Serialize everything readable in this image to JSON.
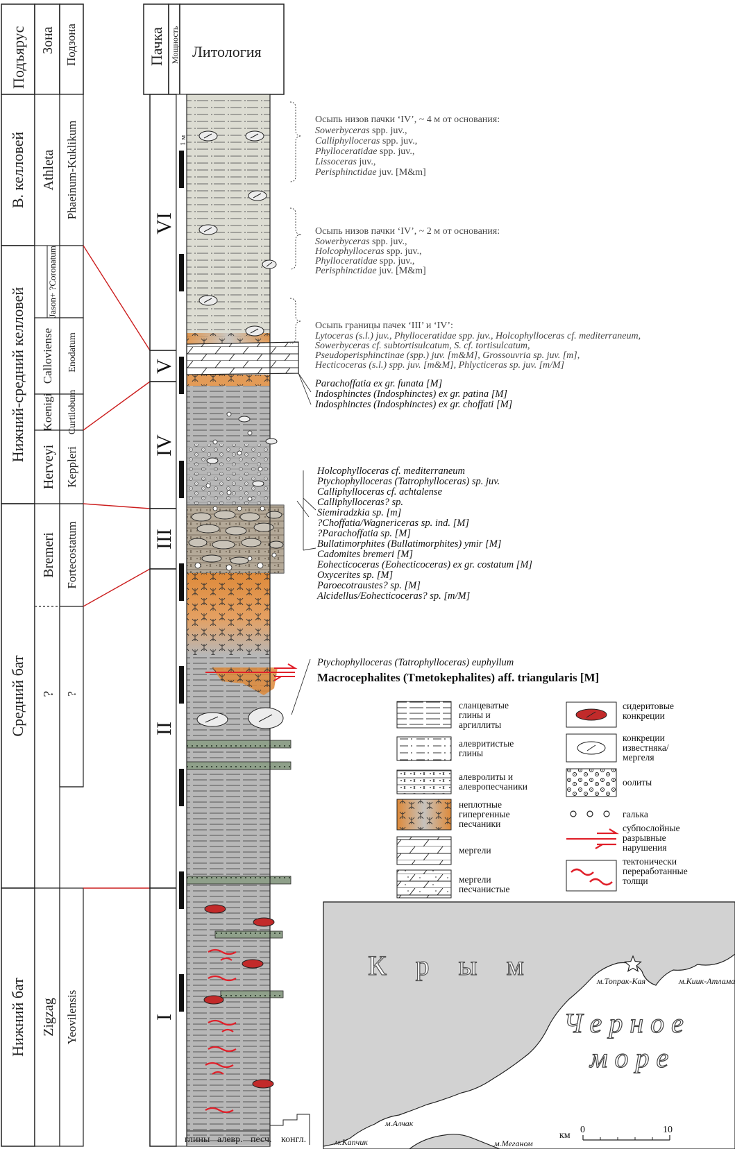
{
  "header": {
    "substage": "Подъярус",
    "zone": "Зона",
    "subzone": "Подзона",
    "unit": "Пачка",
    "thickness": "Мощность",
    "lithology": "Литология"
  },
  "substages": [
    "В. келловей",
    "Нижний-средний келловей",
    "Средний бат",
    "Нижний бат"
  ],
  "zones": [
    "Athleta",
    "Calloviense",
    "Koenigi",
    "Herveyi",
    "Bremeri",
    "?",
    "Zigzag"
  ],
  "zones_extra": "Jason+ ?Coronatum",
  "subzones": [
    "Phaeinum-Kuklikum",
    "Enodatum",
    "Curtilobum",
    "Keppleri",
    "Fortecostatum",
    "?",
    "Yeovilensis"
  ],
  "units": [
    "VI",
    "V",
    "IV",
    "III",
    "II",
    "I"
  ],
  "scale_label": "1 м",
  "grain_axis": [
    "глины",
    "алевр.",
    "песч.",
    "конгл."
  ],
  "annotations": {
    "a1": {
      "title": "Осыпь низов пачки ‘IV’, ~ 4 м от основания:",
      "lines": [
        [
          "Sowerbyceras",
          " spp. juv.,"
        ],
        [
          "Calliphylloceras",
          " spp. juv.,"
        ],
        [
          "Phylloceratidae",
          " spp. juv.,"
        ],
        [
          "Lissoceras",
          " juv.,"
        ],
        [
          "Perisphinctidae",
          " juv. [M&m]"
        ]
      ]
    },
    "a2": {
      "title": "Осыпь низов пачки ‘IV’, ~ 2 м от основания:",
      "lines": [
        [
          "Sowerbyceras",
          " spp. juv.,"
        ],
        [
          "Holcophylloceras",
          " spp. juv.,"
        ],
        [
          "Phylloceratidae",
          " spp. juv.,"
        ],
        [
          "Perisphinctidae",
          " juv. [M&m]"
        ]
      ]
    },
    "a3": {
      "title": "Осыпь границы пачек ‘III’ и ‘IV’:",
      "lines": [
        "Lytoceras (s.l.) juv., Phylloceratidae spp. juv., Holcophylloceras cf. mediterraneum,",
        "Sowerbyceras cf. subtortisulcatum, S. cf. tortisulcatum,",
        "Pseudoperisphinctinae (spp.) juv. [m&M], Grossouvria sp. juv. [m],",
        "Hecticoceras (s.l.) spp. juv. [m&M], Phlycticeras sp. juv. [m/M]"
      ]
    },
    "a4": [
      "Parachoffatia ex gr. funata [M]",
      "Indosphinctes (Indosphinctes) ex gr. patina [M]",
      "Indosphinctes (Indosphinctes) ex gr. choffati [M]"
    ],
    "a5": [
      "Holcophylloceras cf. mediterraneum",
      "Ptychophylloceras (Tatrophylloceras) sp. juv.",
      "Calliphylloceras cf. achtalense",
      "Calliphylloceras? sp.",
      "Siemiradzkia sp. [m]",
      "?Choffatia/Wagnericeras sp. ind. [M]",
      "?Parachoffatia sp. [M]",
      "Bullatimorphites (Bullatimorphites) ymir [M]",
      "Cadomites bremeri [M]",
      "Eohecticoceras (Eohecticoceras) ex gr. costatum [M]",
      "Oxycerites sp. [M]",
      "Paroecotraustes? sp. [M]",
      "Alcidellus/Eohecticoceras? sp. [m/M]"
    ],
    "a6": [
      "Ptychophylloceras (Tatrophylloceras) euphyllum",
      "Macrocephalites (Tmetokephalites) aff. triangularis [M]"
    ]
  },
  "legend": [
    {
      "label": "сланцеватые глины и аргиллиты",
      "icon": "shale-pattern"
    },
    {
      "label": "алевритистые глины",
      "icon": "silty-clay-pattern"
    },
    {
      "label": "алевролиты и алевропесчаники",
      "icon": "siltstone-pattern"
    },
    {
      "label": "неплотные гипергенные песчаники",
      "icon": "hypergene-sandstone-pattern"
    },
    {
      "label": "мергели",
      "icon": "marl-pattern"
    },
    {
      "label": "мергели песчанистые",
      "icon": "sandy-marl-pattern"
    },
    {
      "label": "сидеритовые конкреции",
      "icon": "siderite-concretion-icon"
    },
    {
      "label": "конкреции известняка/ мергеля",
      "icon": "limestone-concretion-icon"
    },
    {
      "label": "оолиты",
      "icon": "oolite-pattern"
    },
    {
      "label": "галька",
      "icon": "pebble-icon"
    },
    {
      "label": "субпослойные разрывные нарушения",
      "icon": "fault-arrows-icon"
    },
    {
      "label": "тектонически переработанные толщи",
      "icon": "tectonic-wave-icon"
    }
  ],
  "map": {
    "land": "К р ы м",
    "sea_line1": "Ч е р н о е",
    "sea_line2": "м о р е",
    "places": [
      "м.Топрак-Кая",
      "м.Киик-Атлама",
      "м.Алчак",
      "м.Капчик",
      "м.Меганом"
    ],
    "scale_unit": "км",
    "scale_start": "0",
    "scale_end": "10"
  },
  "colors": {
    "column_grey": "#b7b7b7",
    "upper_column": "#dcdcd2",
    "ochre": "#d98a3d",
    "correlation_line": "#cc1f1f",
    "siderite": "#c22a2a",
    "siltstone_band": "#8fa08a",
    "marl_band": "#7d6f5a"
  }
}
